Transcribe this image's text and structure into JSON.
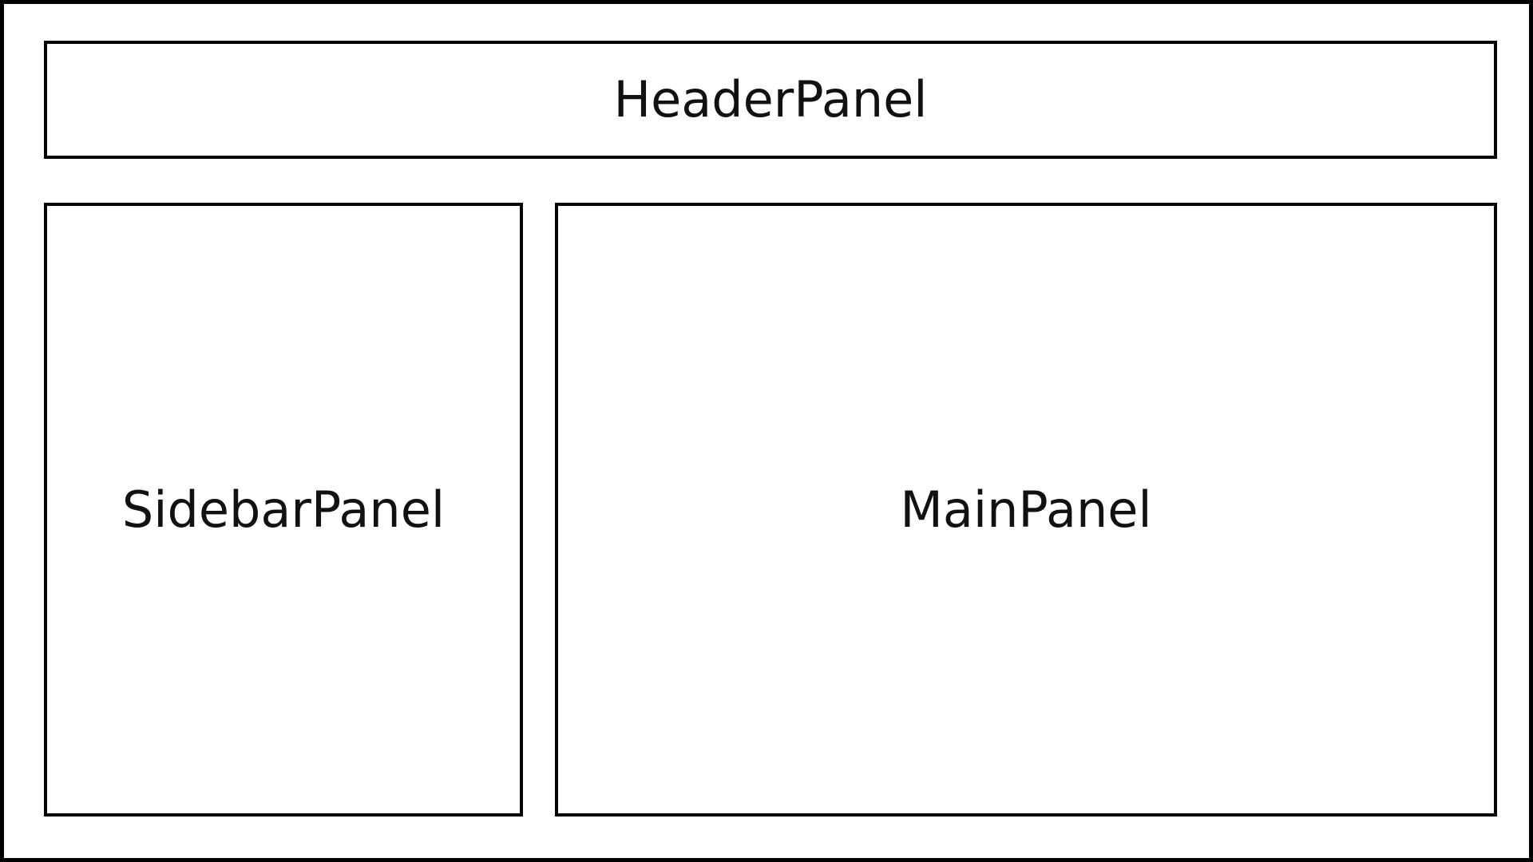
{
  "header": {
    "label": "HeaderPanel"
  },
  "sidebar": {
    "label": "SidebarPanel"
  },
  "main": {
    "label": "MainPanel"
  },
  "colors": {
    "border": "#000000",
    "background": "#ffffff",
    "text": "#111111"
  }
}
